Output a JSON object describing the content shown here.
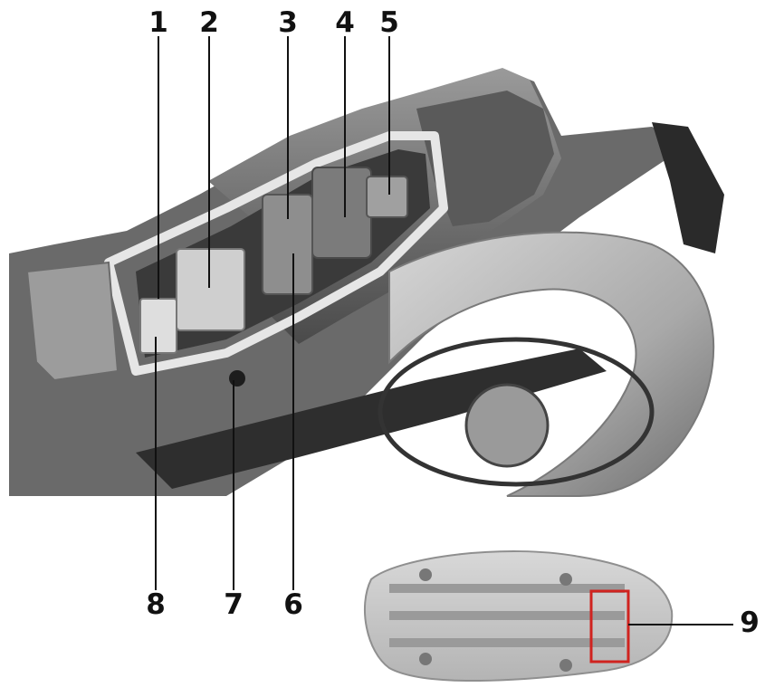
{
  "diagram": {
    "callouts": [
      {
        "id": "callout-1",
        "label": "1"
      },
      {
        "id": "callout-2",
        "label": "2"
      },
      {
        "id": "callout-3",
        "label": "3"
      },
      {
        "id": "callout-4",
        "label": "4"
      },
      {
        "id": "callout-5",
        "label": "5"
      },
      {
        "id": "callout-6",
        "label": "6"
      },
      {
        "id": "callout-7",
        "label": "7"
      },
      {
        "id": "callout-8",
        "label": "8"
      },
      {
        "id": "callout-9",
        "label": "9"
      }
    ],
    "colors": {
      "leader": "#111111",
      "highlight_box": "#d0231f",
      "body_dark": "#3c3c3c",
      "body_mid": "#8a8a8a",
      "body_light": "#c8c8c8"
    }
  }
}
